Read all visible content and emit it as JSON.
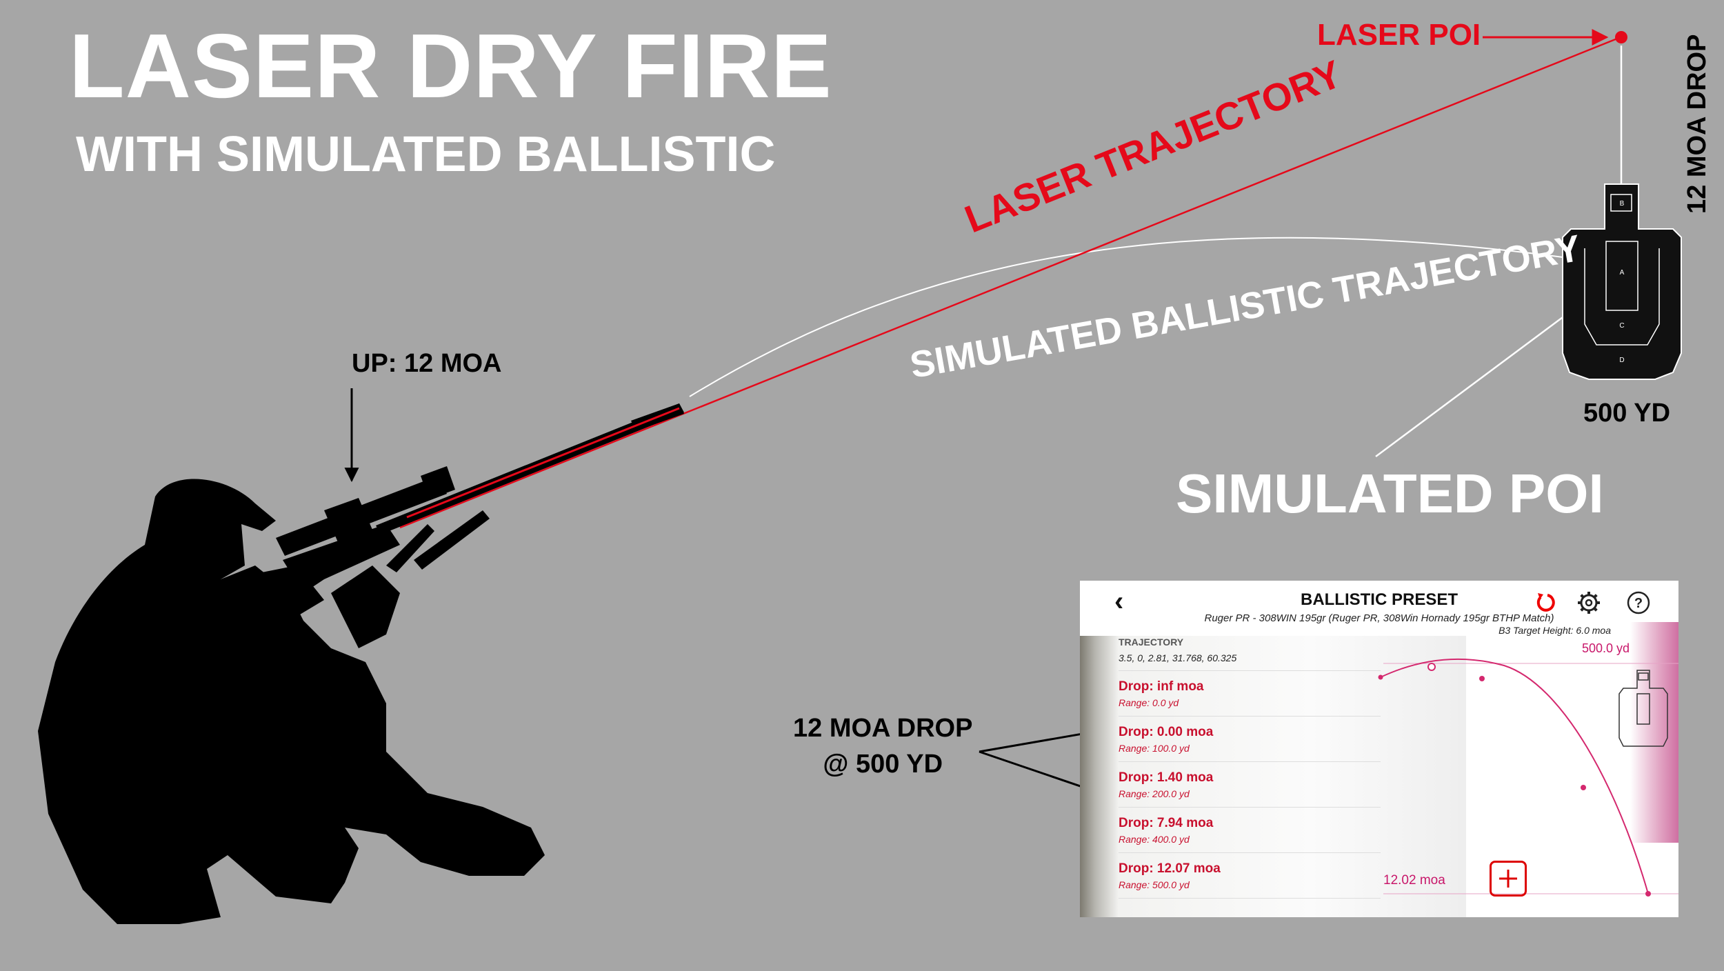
{
  "title": {
    "line1": "LASER DRY FIRE",
    "line2": "WITH SIMULATED BALLISTIC"
  },
  "labels": {
    "laser_poi": "LASER POI",
    "laser_trajectory": "LASER TRAJECTORY",
    "simulated_trajectory": "SIMULATED BALLISTIC TRAJECTORY",
    "simulated_poi": "SIMULATED POI",
    "moa_drop_vertical": "12 MOA DROP",
    "range": "500 YD",
    "scope_adjust": "UP: 12 MOA",
    "drop_note_line1": "12 MOA DROP",
    "drop_note_line2": "@ 500 YD"
  },
  "target_zones": [
    "A",
    "B",
    "C",
    "D"
  ],
  "colors": {
    "background": "#a6a6a6",
    "laser": "#e5091a",
    "curve": "#d4286e"
  },
  "app": {
    "title": "BALLISTIC PRESET",
    "subtitle": "Ruger PR - 308WIN 195gr (Ruger PR, 308Win Hornady 195gr BTHP Match)",
    "target_height": "B3 Target Height: 6.0 moa",
    "back_icon": "chevron-left-icon",
    "icons": [
      "reset-icon",
      "gear-icon",
      "help-icon",
      "plus-icon"
    ],
    "trajectory_header": "TRAJECTORY",
    "trajectory_values": "3.5, 0, 2.81, 31.768, 60.325",
    "rows": [
      {
        "drop": "Drop: inf moa",
        "range": "Range: 0.0 yd"
      },
      {
        "drop": "Drop: 0.00 moa",
        "range": "Range: 100.0 yd"
      },
      {
        "drop": "Drop: 1.40 moa",
        "range": "Range: 200.0 yd"
      },
      {
        "drop": "Drop: 7.94 moa",
        "range": "Range: 400.0 yd"
      },
      {
        "drop": "Drop: 12.07 moa",
        "range": "Range: 500.0 yd"
      }
    ],
    "chart_range_label": "500.0 yd",
    "chart_drop_label": "12.02 moa"
  }
}
